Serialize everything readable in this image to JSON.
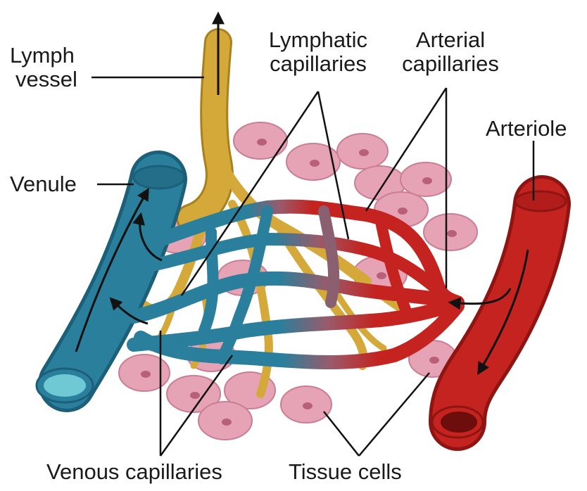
{
  "labels": {
    "lymph_vessel": [
      "Lymph",
      "vessel"
    ],
    "lymphatic_capillaries": [
      "Lymphatic",
      "capillaries"
    ],
    "arterial_capillaries": [
      "Arterial",
      "capillaries"
    ],
    "arteriole": "Arteriole",
    "venule": "Venule",
    "venous_capillaries": "Venous capillaries",
    "tissue_cells": "Tissue cells"
  },
  "colors": {
    "lymph": "#d4a93a",
    "lymph_dark": "#a8801e",
    "vein": "#2a7f9c",
    "vein_dark": "#1c5f78",
    "vein_lumen": "#6fc9d4",
    "artery": "#c4231f",
    "artery_dark": "#8e1512",
    "artery_lumen": "#6e0e0c",
    "tissue": "#e7a3b6",
    "tissue_dark": "#c97e94",
    "nucleus": "#b8607b"
  }
}
